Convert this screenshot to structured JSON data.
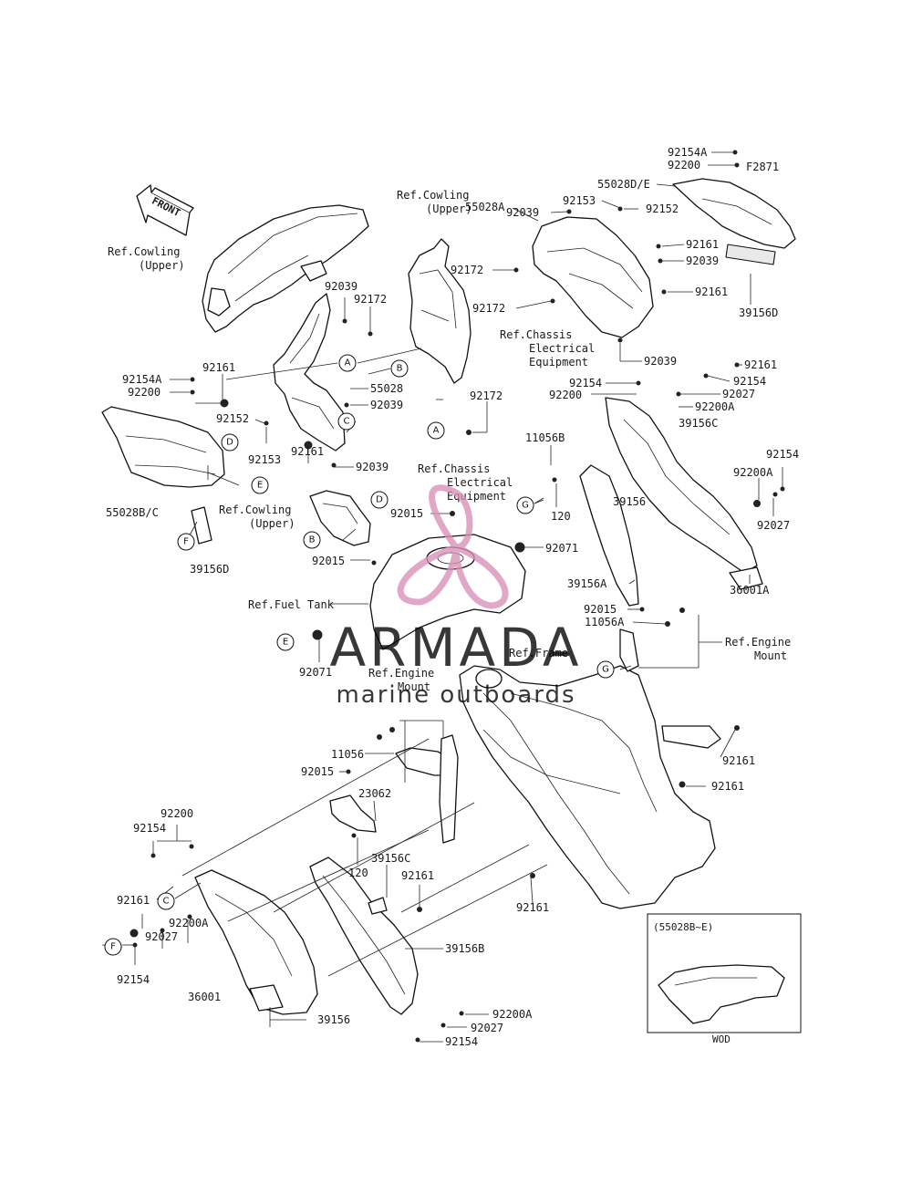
{
  "diagram": {
    "front_arrow_label": "FRONT",
    "figure_code": "F2871",
    "inset_title": "(55028B~E)",
    "inset_caption": "WOD"
  },
  "watermark": {
    "brand": "ARMADA",
    "tagline": "marine outboards"
  },
  "callouts": [
    "A",
    "B",
    "C",
    "D",
    "E",
    "F",
    "G"
  ],
  "refs": {
    "cowling_upper_left": [
      "Ref.Cowling",
      "(Upper)"
    ],
    "cowling_upper_top": [
      "Ref.Cowling",
      "(Upper)"
    ],
    "cowling_upper_mid": [
      "Ref.Cowling",
      "(Upper)"
    ],
    "chassis_right": [
      "Ref.Chassis",
      "Electrical",
      "Equipment"
    ],
    "chassis_mid": [
      "Ref.Chassis",
      "Electrical",
      "Equipment"
    ],
    "fuel_tank": "Ref.Fuel Tank",
    "frame": "Ref.Frame",
    "engine_mount_mid": [
      "Ref.Engine",
      "Mount"
    ],
    "engine_mount_right": [
      "Ref.Engine",
      "Mount"
    ]
  },
  "parts": {
    "p92154A_top": "92154A",
    "p92200_top": "92200",
    "p55028DE": "55028D/E",
    "p92153_top": "92153",
    "p92152_top": "92152",
    "p92039_a": "92039",
    "p55028A": "55028A",
    "p92161_a": "92161",
    "p92172_a": "92172",
    "p92039_b": "92039",
    "p92161_b": "92161",
    "p39156D_r": "39156D",
    "p92172_b": "92172",
    "p92039_c": "92039",
    "p92039_d": "92039",
    "p92172_c": "92172",
    "p92154A_l": "92154A",
    "p92161_c": "92161",
    "p92200_l": "92200",
    "p55028": "55028",
    "p92039_e": "92039",
    "p92152_l": "92152",
    "p92153_l": "92153",
    "p92161_d": "92161",
    "p92039_f": "92039",
    "p55028BC": "55028B/C",
    "p39156D_l": "39156D",
    "p92172_d": "92172",
    "p92161_e": "92161",
    "p92154_a": "92154",
    "p92200_b": "92200",
    "p92154_b": "92154",
    "p92027_a": "92027",
    "p92200A_a": "92200A",
    "p39156C_a": "39156C",
    "p11056B": "11056B",
    "p120_a": "120",
    "p39156": "39156",
    "p92154_c": "92154",
    "p92200A_b": "92200A",
    "p92027_b": "92027",
    "p92015_a": "92015",
    "p92071_a": "92071",
    "p92015_b": "92015",
    "p39156A": "39156A",
    "p36001A": "36001A",
    "p92015_c": "92015",
    "p11056A": "11056A",
    "p92071_b": "92071",
    "p11056": "11056",
    "p92015_d": "92015",
    "p23062": "23062",
    "p120_b": "120",
    "p92161_f": "92161",
    "p92161_g": "92161",
    "p92200_c": "92200",
    "p92154_d": "92154",
    "p39156C_b": "39156C",
    "p92161_h": "92161",
    "p92161_i": "92161",
    "p92161_j": "92161",
    "p92200A_c": "92200A",
    "p92027_c": "92027",
    "p92154_e": "92154",
    "p39156B": "39156B",
    "p36001": "36001",
    "p39156_b": "39156",
    "p92200A_d": "92200A",
    "p92027_d": "92027",
    "p92154_f": "92154"
  }
}
